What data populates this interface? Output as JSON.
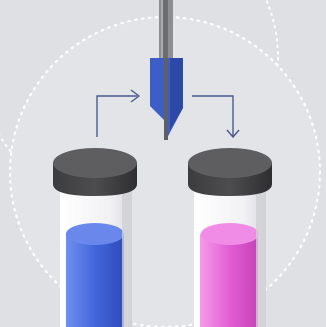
{
  "illustration": {
    "colors": {
      "background": "#dfe0e4",
      "dotted_border": "#ffffff",
      "flow_arrow": "#4a5a8c",
      "needle_shaft": "#7a7c80",
      "needle_tip_body": "#3e5ec7",
      "cap": "#4a4a4a",
      "tube_glass": "#f4f4f6",
      "liquid_left": "#3f63d8",
      "liquid_right": "#e05ad1"
    },
    "left_vial": {
      "liquid": "blue"
    },
    "right_vial": {
      "liquid": "magenta"
    },
    "transfer_direction": "left-to-right"
  }
}
